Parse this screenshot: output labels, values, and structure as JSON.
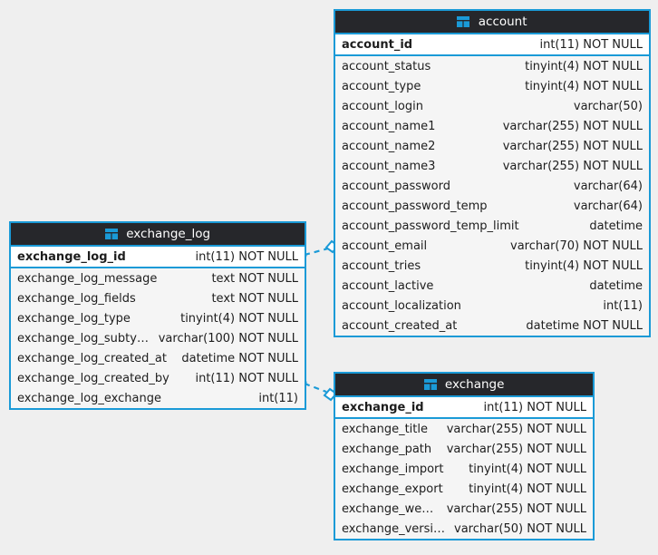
{
  "diagram": {
    "type": "er-diagram",
    "background_color": "#efefef",
    "accent_color": "#1a9ad7",
    "header_color": "#26272b",
    "header_text_color": "#ffffff",
    "pk_row_color": "#ffffff",
    "body_row_color": "#f5f5f5",
    "table_icon_name": "table-icon"
  },
  "entities": [
    {
      "id": "account",
      "name": "account",
      "primary_key": {
        "name": "account_id",
        "type": "int(11) NOT NULL"
      },
      "fields": [
        {
          "name": "account_status",
          "type": "tinyint(4) NOT NULL"
        },
        {
          "name": "account_type",
          "type": "tinyint(4) NOT NULL"
        },
        {
          "name": "account_login",
          "type": "varchar(50)"
        },
        {
          "name": "account_name1",
          "type": "varchar(255) NOT NULL"
        },
        {
          "name": "account_name2",
          "type": "varchar(255) NOT NULL"
        },
        {
          "name": "account_name3",
          "type": "varchar(255) NOT NULL"
        },
        {
          "name": "account_password",
          "type": "varchar(64)"
        },
        {
          "name": "account_password_temp",
          "type": "varchar(64)"
        },
        {
          "name": "account_password_temp_limit",
          "type": "datetime"
        },
        {
          "name": "account_email",
          "type": "varchar(70) NOT NULL"
        },
        {
          "name": "account_tries",
          "type": "tinyint(4) NOT NULL"
        },
        {
          "name": "account_lactive",
          "type": "datetime"
        },
        {
          "name": "account_localization",
          "type": "int(11)"
        },
        {
          "name": "account_created_at",
          "type": "datetime NOT NULL"
        }
      ]
    },
    {
      "id": "exchange_log",
      "name": "exchange_log",
      "primary_key": {
        "name": "exchange_log_id",
        "type": "int(11) NOT NULL"
      },
      "fields": [
        {
          "name": "exchange_log_message",
          "type": "text NOT NULL"
        },
        {
          "name": "exchange_log_fields",
          "type": "text NOT NULL"
        },
        {
          "name": "exchange_log_type",
          "type": "tinyint(4) NOT NULL"
        },
        {
          "name": "exchange_log_subtype",
          "type": "varchar(100) NOT NULL"
        },
        {
          "name": "exchange_log_created_at",
          "type": "datetime NOT NULL"
        },
        {
          "name": "exchange_log_created_by",
          "type": "int(11) NOT NULL"
        },
        {
          "name": "exchange_log_exchange",
          "type": "int(11)"
        }
      ]
    },
    {
      "id": "exchange",
      "name": "exchange",
      "primary_key": {
        "name": "exchange_id",
        "type": "int(11) NOT NULL"
      },
      "fields": [
        {
          "name": "exchange_title",
          "type": "varchar(255) NOT NULL"
        },
        {
          "name": "exchange_path",
          "type": "varchar(255) NOT NULL"
        },
        {
          "name": "exchange_import",
          "type": "tinyint(4) NOT NULL"
        },
        {
          "name": "exchange_export",
          "type": "tinyint(4) NOT NULL"
        },
        {
          "name": "exchange_website",
          "type": "varchar(255) NOT NULL"
        },
        {
          "name": "exchange_version",
          "type": "varchar(50) NOT NULL"
        }
      ]
    }
  ],
  "relationships": [
    {
      "id": "rel-exchange-log-created-by-account",
      "from_entity": "exchange_log",
      "from_field": "exchange_log_created_by",
      "to_entity": "account",
      "to_field": "account_id",
      "from_marker": "dot",
      "to_marker": "diamond",
      "line_style": "dashed"
    },
    {
      "id": "rel-exchange-log-exchange-exchange",
      "from_entity": "exchange_log",
      "from_field": "exchange_log_exchange",
      "to_entity": "exchange",
      "to_field": "exchange_id",
      "from_marker": "dot",
      "to_marker": "diamond",
      "line_style": "dashed"
    }
  ]
}
